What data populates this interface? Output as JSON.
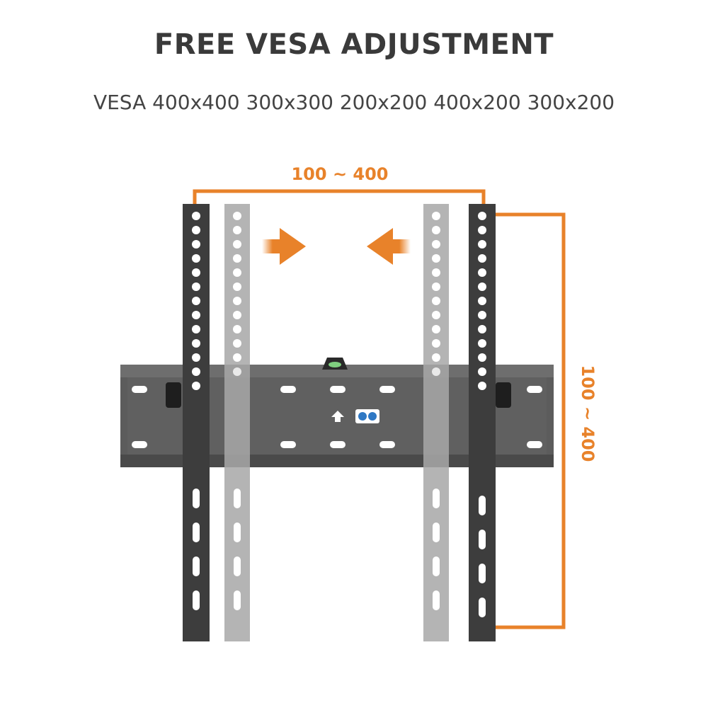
{
  "header": {
    "title": "FREE VESA ADJUSTMENT",
    "subtitle": "VESA 400x400 300x300 200x200 400x200 300x200"
  },
  "dimensions": {
    "horizontal": "100 ~ 400",
    "vertical": "100 ~ 400"
  },
  "colors": {
    "accent": "#e8822a",
    "bracket_dark": "#3d3d3d",
    "bracket_light": "#9a9a9a",
    "text": "#3a3a3a"
  },
  "icons": {
    "arrow_right": "arrow-right-icon",
    "arrow_left": "arrow-left-icon",
    "bubble_level": "bubble-level-icon",
    "up_arrow_mark": "up-arrow-icon",
    "certification_mark": "certification-badge-icon"
  }
}
